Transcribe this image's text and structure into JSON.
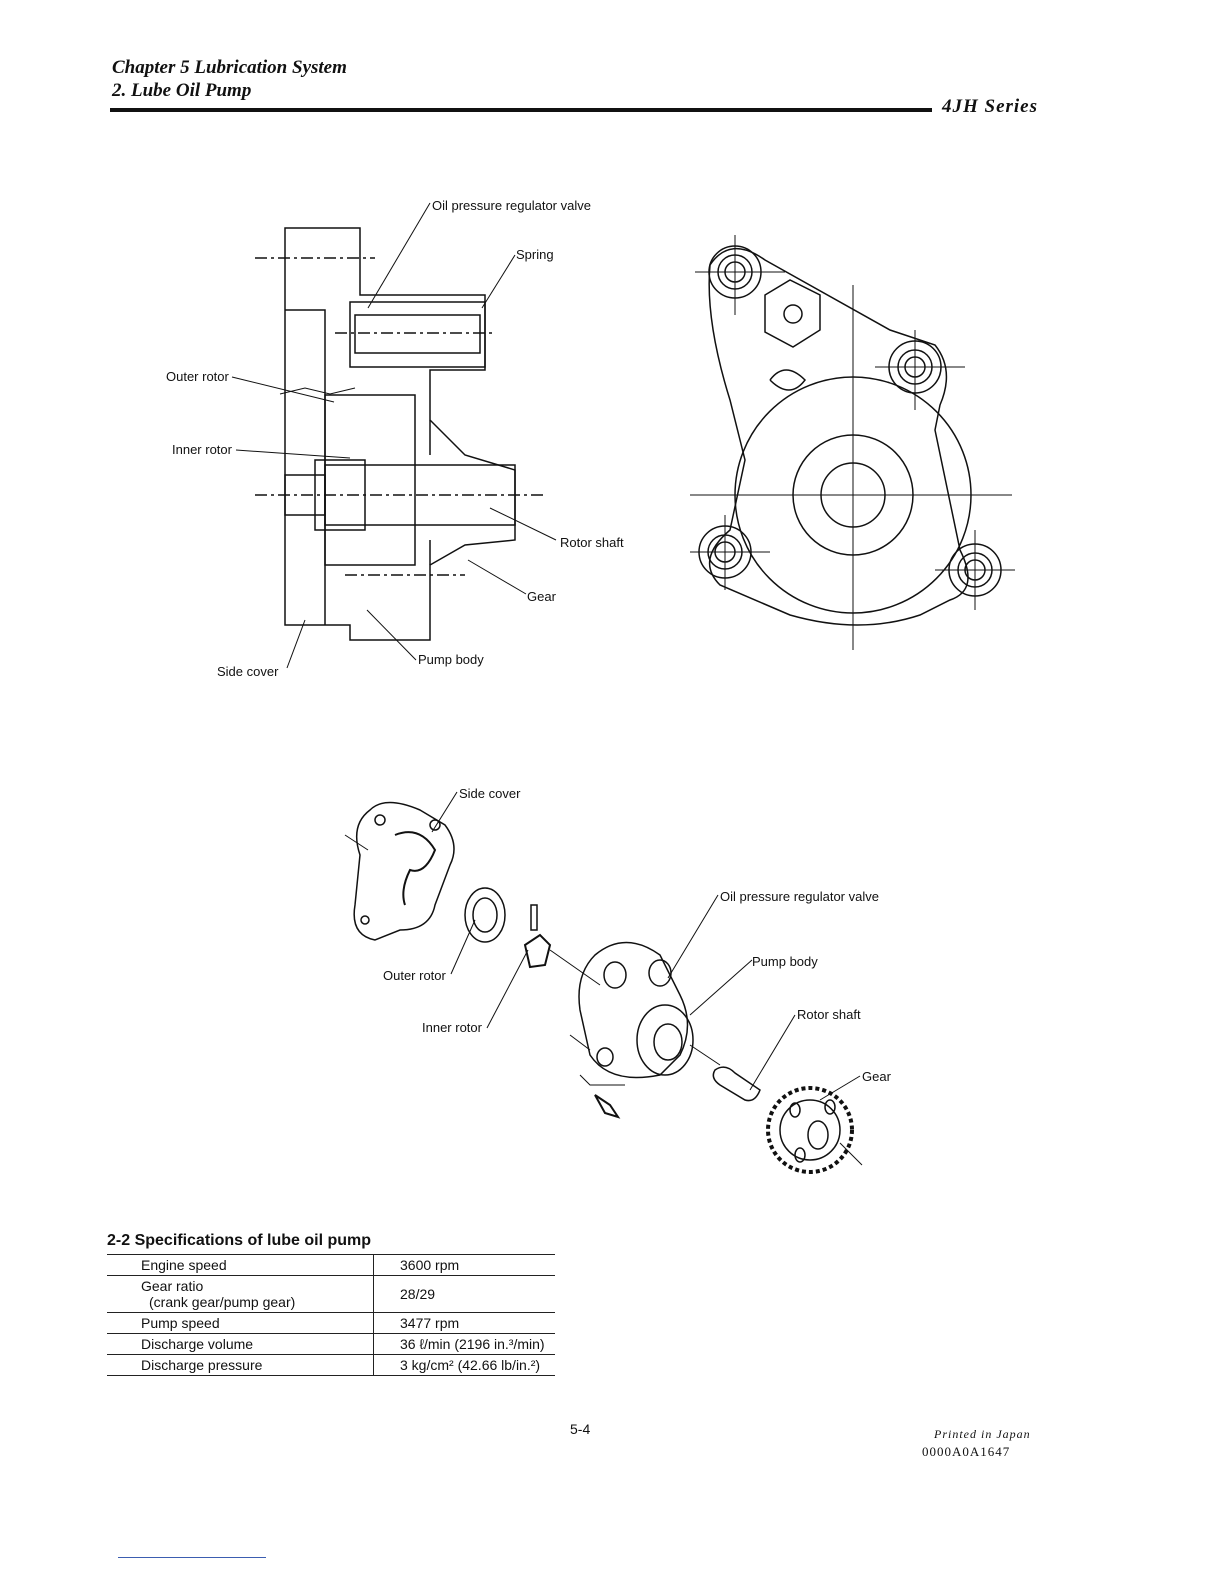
{
  "header": {
    "chapter": "Chapter 5 Lubrication System",
    "section": "2. Lube Oil Pump",
    "series": "4JH Series"
  },
  "figure1": {
    "labels": {
      "regulator": "Oil pressure regulator valve",
      "spring": "Spring",
      "outer_rotor": "Outer rotor",
      "inner_rotor": "Inner rotor",
      "rotor_shaft": "Rotor shaft",
      "gear": "Gear",
      "pump_body": "Pump body",
      "side_cover": "Side cover"
    }
  },
  "figure2": {
    "labels": {
      "side_cover": "Side cover",
      "regulator": "Oil pressure regulator valve",
      "pump_body": "Pump body",
      "outer_rotor": "Outer rotor",
      "rotor_shaft": "Rotor shaft",
      "inner_rotor": "Inner rotor",
      "gear": "Gear"
    }
  },
  "specs": {
    "heading": "2-2 Specifications of lube oil pump",
    "rows": [
      {
        "label": "Engine speed",
        "sub": "",
        "value": "3600 rpm"
      },
      {
        "label": "Gear ratio",
        "sub": "(crank gear/pump gear)",
        "value": "28/29"
      },
      {
        "label": "Pump speed",
        "sub": "",
        "value": "3477 rpm"
      },
      {
        "label": "Discharge volume",
        "sub": "",
        "value": "36 ℓ/min (2196 in.³/min)"
      },
      {
        "label": "Discharge pressure",
        "sub": "",
        "value": "3 kg/cm² (42.66 lb/in.²)"
      }
    ]
  },
  "footer": {
    "page_number": "5-4",
    "printed": "Printed in Japan",
    "code": "0000A0A1647"
  }
}
